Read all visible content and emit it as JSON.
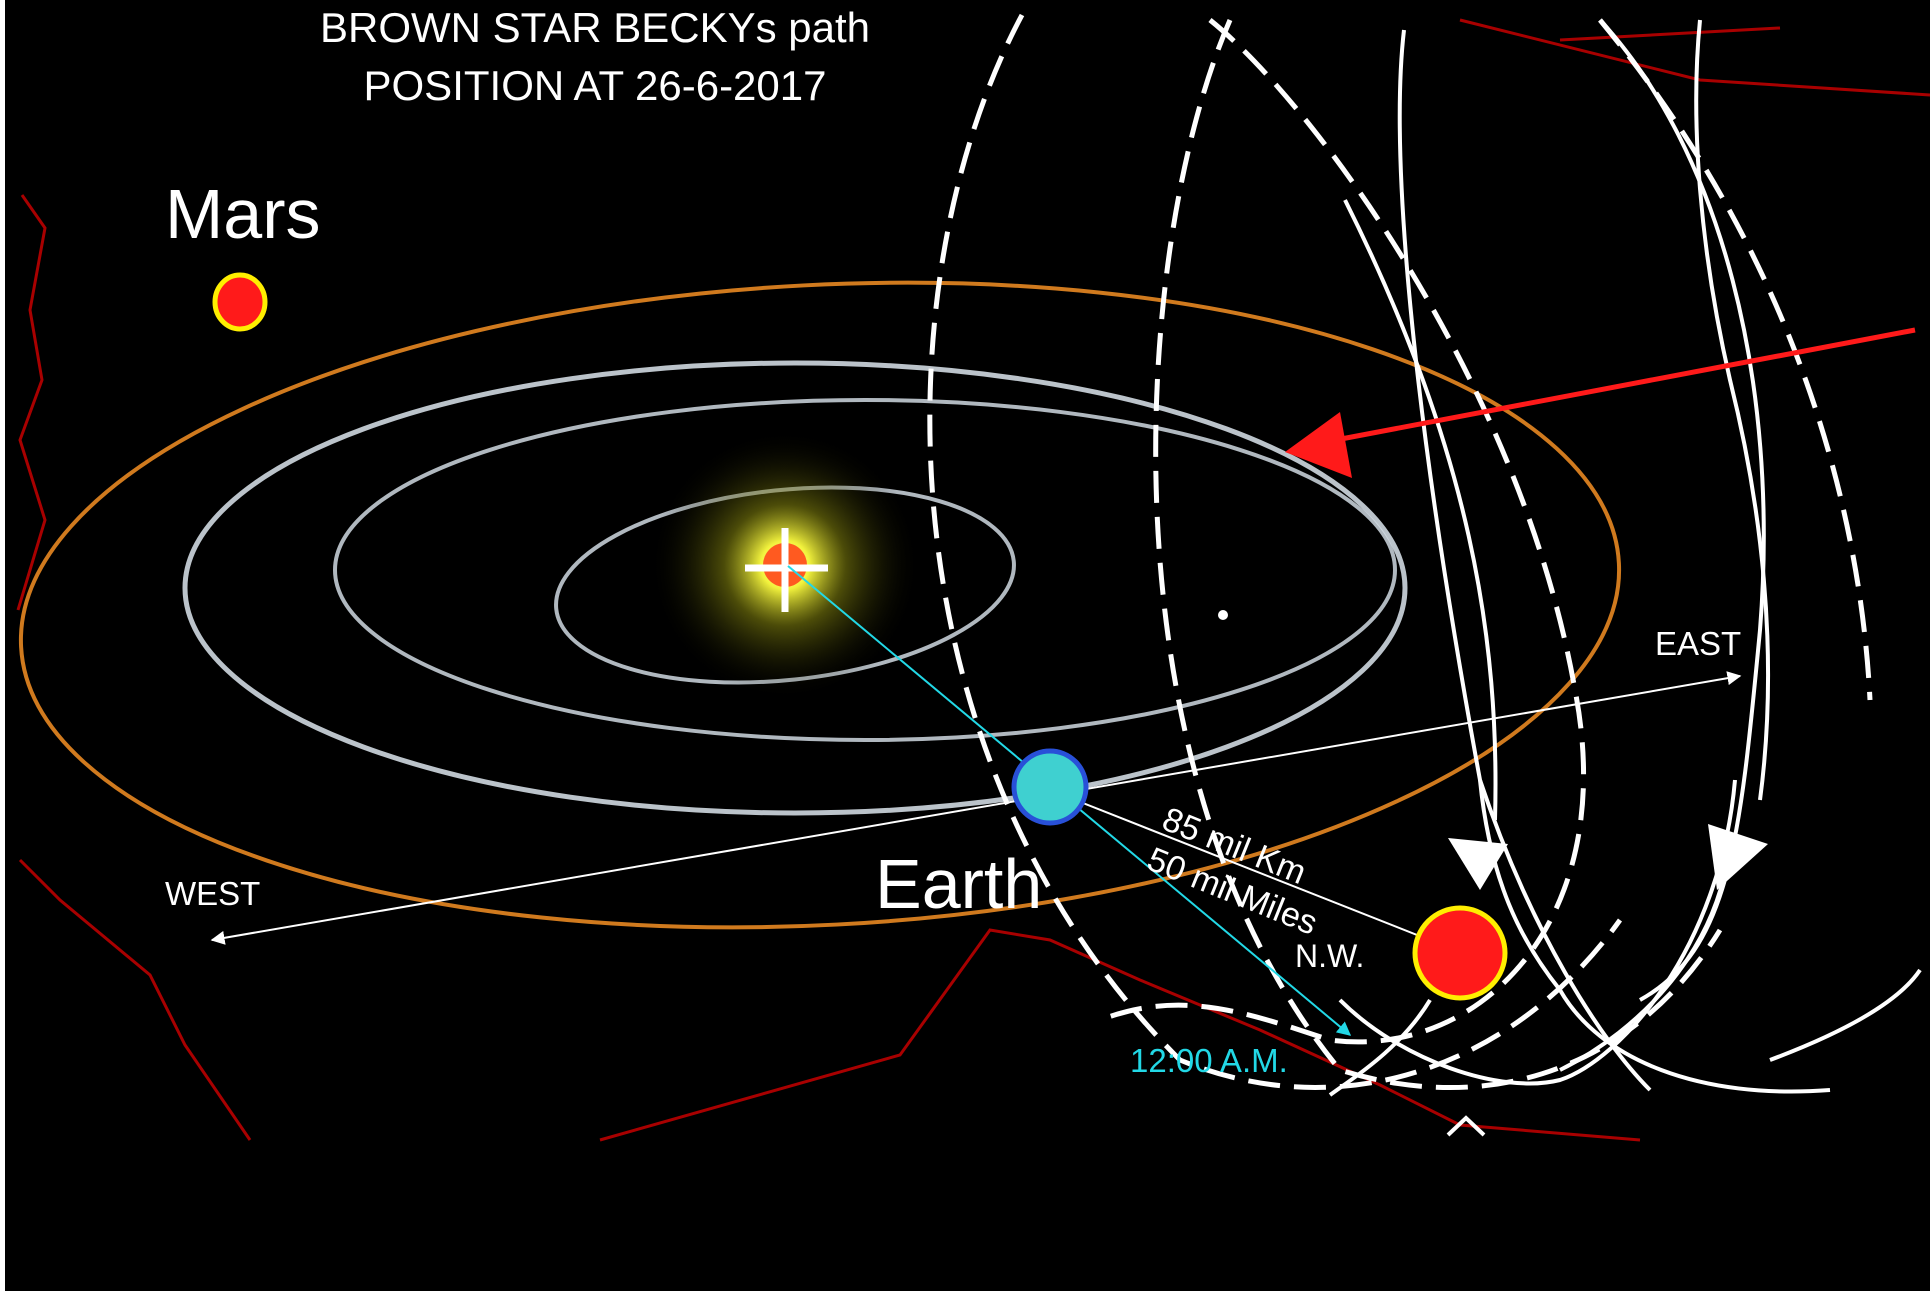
{
  "title": {
    "line1": "BROWN STAR BECKYs path",
    "line2": "POSITION AT 26-6-2017"
  },
  "labels": {
    "mars": "Mars",
    "earth": "Earth",
    "east": "EAST",
    "west": "WEST",
    "distance_km": "85 mil Km",
    "distance_miles": "50 mil Miles",
    "direction": "N.W.",
    "time": "12:00 A.M."
  },
  "colors": {
    "background": "#000000",
    "mars_orbit": "#d07a1e",
    "inner_orbits": "#cfd8e0",
    "sun_glow": "#ffff60",
    "mars_fill": "#ff1a1a",
    "mars_ring": "#ffee00",
    "earth_fill": "#3fd0d0",
    "earth_ring": "#2850d8",
    "pointer_arrow": "#ff1a1a",
    "time_line": "#22d8e6",
    "constellation": "#b00000",
    "paths": "#ffffff"
  }
}
